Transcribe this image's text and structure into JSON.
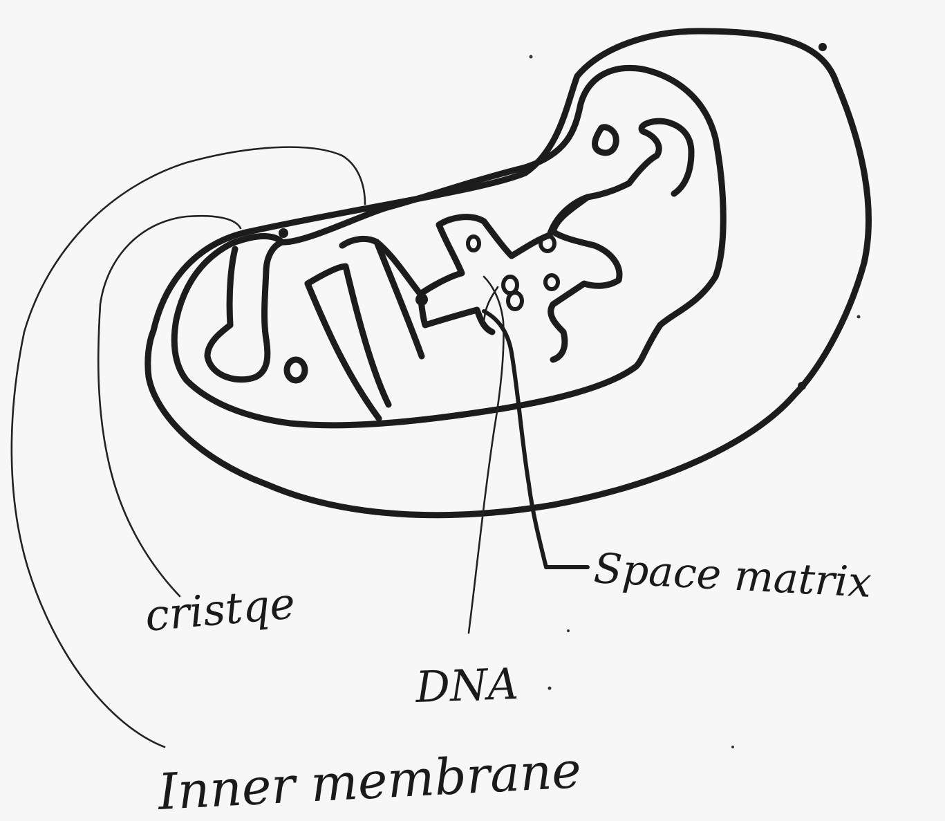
{
  "labels": {
    "cristae": "cristqe",
    "space_matrix": "Space matrix",
    "dna": "DNA",
    "inner_membrane": "Inner membrane"
  },
  "colors": {
    "paper": "#f7f7f7",
    "ink": "#1c1c1c"
  }
}
